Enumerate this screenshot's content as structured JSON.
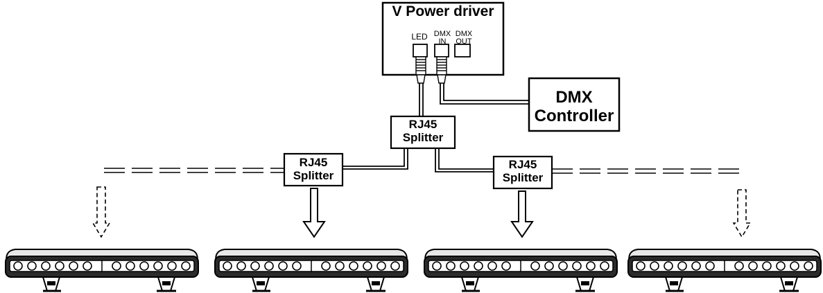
{
  "driver": {
    "title": "V Power driver",
    "ports": {
      "led": "LED",
      "dmx_in": [
        "DMX",
        "IN"
      ],
      "dmx_out": [
        "DMX",
        "OUT"
      ]
    }
  },
  "controller": {
    "label": [
      "DMX",
      "Controller"
    ]
  },
  "splitters": [
    {
      "id": "center",
      "label": [
        "RJ45",
        "Splitter"
      ]
    },
    {
      "id": "left",
      "label": [
        "RJ45",
        "Splitter"
      ]
    },
    {
      "id": "right",
      "label": [
        "RJ45",
        "Splitter"
      ]
    }
  ],
  "fixtures": [
    {
      "id": "fixture-1",
      "connection": "optional-dashed"
    },
    {
      "id": "fixture-2",
      "connection": "solid"
    },
    {
      "id": "fixture-3",
      "connection": "solid"
    },
    {
      "id": "fixture-4",
      "connection": "optional-dashed"
    }
  ],
  "colors": {
    "line": "#000000",
    "background": "#ffffff",
    "bar_fill": "#2b2b2b"
  }
}
